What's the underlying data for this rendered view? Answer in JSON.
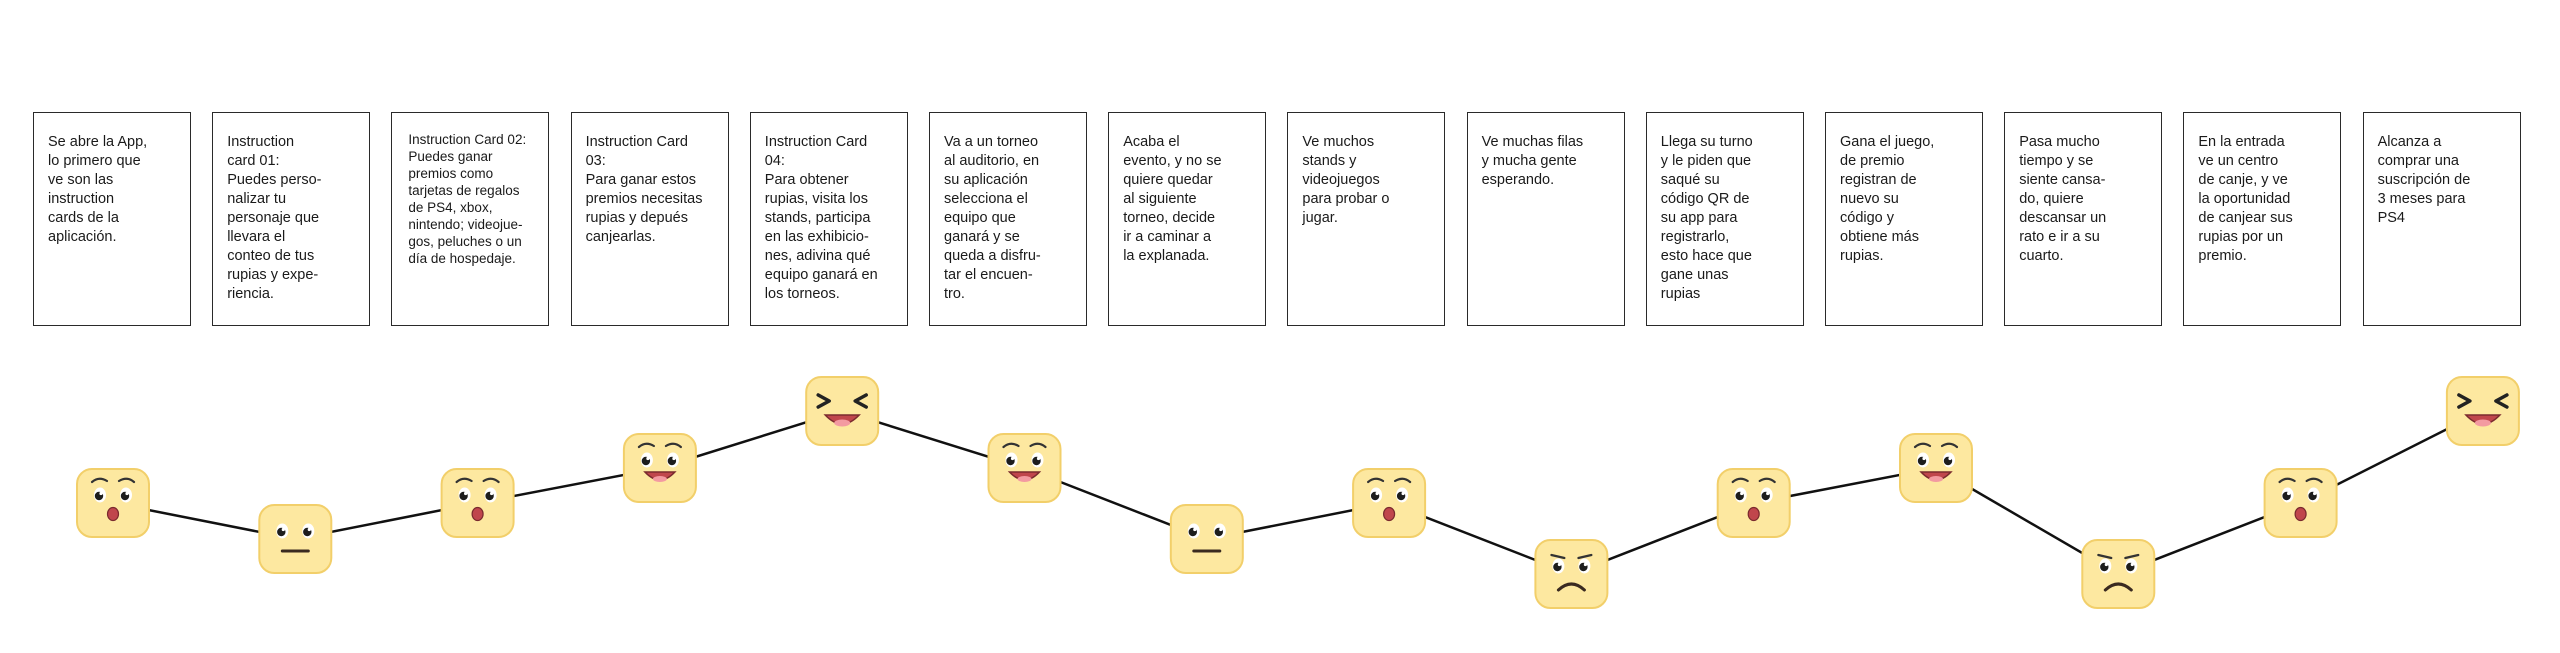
{
  "cards": [
    {
      "text": "Se abre la App,\nlo primero que\nve son las\ninstruction\ncards de la\naplicación."
    },
    {
      "text": "Instruction\ncard 01:\nPuedes perso-\nnalizar tu\npersonaje que\nllevara el\nconteo de tus\nrupias y expe-\nriencia."
    },
    {
      "text": "Instruction Card 02:\nPuedes ganar\npremios como\ntarjetas de regalos\nde PS4, xbox,\nnintendo; videojue-\ngos, peluches o un\ndía de hospedaje.",
      "small": true
    },
    {
      "text": "Instruction Card\n03:\nPara ganar estos\npremios necesitas\nrupias y depués\ncanjearlas."
    },
    {
      "text": "Instruction Card\n04:\nPara obtener\nrupias, visita los\nstands, participa\nen las exhibicio-\nnes, adivina qué\nequipo ganará en\nlos torneos."
    },
    {
      "text": "Va a un torneo\nal auditorio, en\nsu aplicación\nselecciona el\nequipo que\nganará y se\nqueda a disfru-\ntar el encuen-\ntro."
    },
    {
      "text": "Acaba el\nevento, y no se\nquiere quedar\nal siguiente\ntorneo, decide\nir a caminar a\nla explanada."
    },
    {
      "text": "Ve muchos\nstands y\nvideojuegos\npara probar o\njugar."
    },
    {
      "text": "Ve muchas filas\ny mucha gente\nesperando."
    },
    {
      "text": "Llega su turno\ny le piden que\nsaqué su\ncódigo QR de\nsu app para\nregistrarlo,\nesto hace que\ngane unas\nrupias"
    },
    {
      "text": "Gana el juego,\nde premio\nregistran de\nnuevo su\ncódigo y\nobtiene más\nrupias."
    },
    {
      "text": "Pasa mucho\ntiempo y se\nsiente cansa-\ndo, quiere\ndescansar un\nrato e ir a su\ncuarto."
    },
    {
      "text": "En la entrada\nve un centro\nde canje, y ve\nla oportunidad\nde canjear sus\nrupias por un\npremio."
    },
    {
      "text": "Alcanza a\ncomprar una\nsuscripción de\n3 meses para\nPS4"
    }
  ],
  "chart_data": {
    "type": "line",
    "title": "",
    "xlabel": "",
    "ylabel": "",
    "levels": [
      "triste",
      "neutral",
      "sorprendido",
      "feliz",
      "muy feliz"
    ],
    "x": [
      1,
      2,
      3,
      4,
      5,
      6,
      7,
      8,
      9,
      10,
      11,
      12,
      13,
      14
    ],
    "series": [
      {
        "values": [
          {
            "emotion": "sorprendido",
            "level": 2
          },
          {
            "emotion": "neutral",
            "level": 1
          },
          {
            "emotion": "sorprendido",
            "level": 2
          },
          {
            "emotion": "feliz",
            "level": 3
          },
          {
            "emotion": "muy feliz",
            "level": 4
          },
          {
            "emotion": "feliz",
            "level": 3
          },
          {
            "emotion": "neutral",
            "level": 1
          },
          {
            "emotion": "sorprendido",
            "level": 2
          },
          {
            "emotion": "triste",
            "level": 0
          },
          {
            "emotion": "sorprendido",
            "level": 2
          },
          {
            "emotion": "feliz",
            "level": 3
          },
          {
            "emotion": "triste",
            "level": 0
          },
          {
            "emotion": "sorprendido",
            "level": 2
          },
          {
            "emotion": "muy feliz",
            "level": 4
          }
        ]
      }
    ]
  },
  "colors": {
    "face_fill": "#fde8a0",
    "face_stroke": "#f2cf6a",
    "line": "#111111",
    "mouth": "#c0464c",
    "tongue": "#f39aa1"
  }
}
